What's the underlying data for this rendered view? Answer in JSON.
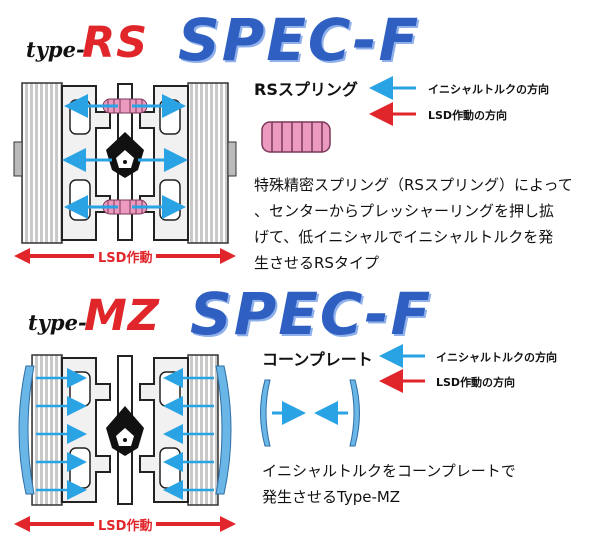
{
  "colors": {
    "blue_arrow": "#29a3e3",
    "red_arrow": "#e0262a",
    "spring_pink": "#ec9ac0",
    "logo_red": "#e0262a",
    "logo_blue": "#2f5fc0",
    "cone_plate_blue": "#6ab6e6"
  },
  "rs": {
    "type_prefix": "type-",
    "type_name": "RS",
    "spec_title": "SPEC-F",
    "heading": "RSスプリング",
    "legend_initial": "イニシャルトルクの方向",
    "legend_lsd": "LSD作動の方向",
    "lsd_label": "LSD作動",
    "description": [
      "特殊精密スプリング（RSスプリング）によって",
      "、センターからプレッシャーリングを押し拡",
      "げて、低イニシャルでイニシャルトルクを発",
      "生させるRSタイプ"
    ]
  },
  "mz": {
    "type_prefix": "type-",
    "type_name": "MZ",
    "spec_title": "SPEC-F",
    "heading": "コーンプレート",
    "legend_initial": "イニシャルトルクの方向",
    "legend_lsd": "LSD作動の方向",
    "lsd_label": "LSD作動",
    "description": [
      "イニシャルトルクをコーンプレートで",
      "発生させるType-MZ"
    ]
  }
}
